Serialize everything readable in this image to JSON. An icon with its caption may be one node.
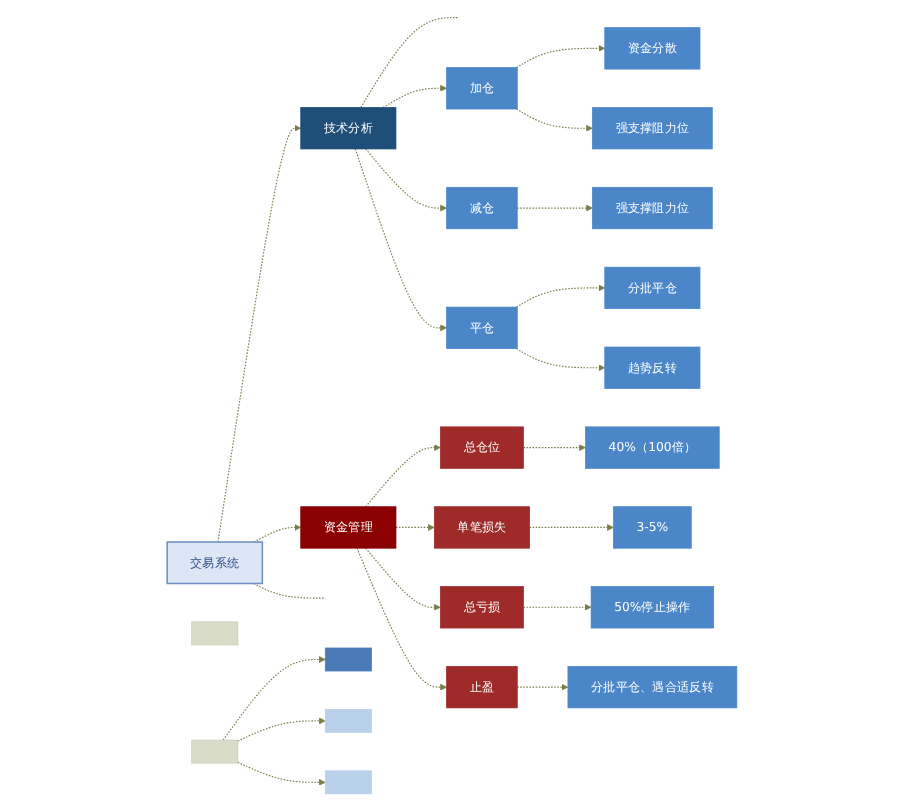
{
  "diagram": {
    "nodes": [
      {
        "text": [
          "交易系统"
        ]
      },
      {
        "text": [
          "技术分析"
        ]
      },
      {
        "text": [
          "加仓"
        ]
      },
      {
        "text": [
          "减仓"
        ]
      },
      {
        "text": [
          "平仓"
        ]
      },
      {
        "text": [
          "资金分散"
        ]
      },
      {
        "text": [
          "强支撑阻力位"
        ]
      },
      {
        "text": [
          "强支撑阻力位"
        ]
      },
      {
        "text": [
          "分批平仓"
        ]
      },
      {
        "text": [
          "趋势反转"
        ]
      },
      {
        "text": [
          "资金管理"
        ]
      },
      {
        "text": [
          "总仓位"
        ]
      },
      {
        "text": [
          "单笔损失"
        ]
      },
      {
        "text": [
          "总亏损"
        ]
      },
      {
        "text": [
          "止盈"
        ]
      },
      {
        "text": [
          "40%（100倍）"
        ]
      },
      {
        "text": [
          "3-5%"
        ]
      },
      {
        "text": [
          "50%停止操作"
        ]
      },
      {
        "text": [
          "分批平仓、遇合适反转"
        ]
      },
      {
        "text": [],
        "shape": "bar"
      },
      {
        "text": [],
        "shape": "bar"
      },
      {
        "text": [],
        "shape": "bar"
      },
      {
        "text": [],
        "shape": "bar"
      },
      {
        "text": [],
        "shape": "bar"
      }
    ],
    "edges": [
      {
        "from": 0,
        "to": 1,
        "arrow": "to",
        "style": "dashed"
      },
      {
        "from": 0,
        "to": 10,
        "arrow": "to",
        "style": "dashed"
      },
      {
        "from": 0,
        "to": null,
        "arrow": "none",
        "style": "dashed"
      },
      {
        "from": 1,
        "to": null,
        "arrow": "none",
        "style": "dashed"
      },
      {
        "from": 1,
        "to": 2,
        "arrow": "to",
        "style": "dashed"
      },
      {
        "from": 1,
        "to": 3,
        "arrow": "to",
        "style": "dashed"
      },
      {
        "from": 1,
        "to": 4,
        "arrow": "to",
        "style": "dashed"
      },
      {
        "from": 2,
        "to": 5,
        "arrow": "to",
        "style": "dashed"
      },
      {
        "from": 2,
        "to": 6,
        "arrow": "to",
        "style": "dashed"
      },
      {
        "from": 3,
        "to": 7,
        "arrow": "to",
        "style": "dashed"
      },
      {
        "from": 4,
        "to": 8,
        "arrow": "to",
        "style": "dashed"
      },
      {
        "from": 4,
        "to": 9,
        "arrow": "to",
        "style": "dashed"
      },
      {
        "from": 10,
        "to": 11,
        "arrow": "to",
        "style": "dashed"
      },
      {
        "from": 10,
        "to": 12,
        "arrow": "to",
        "style": "dashed"
      },
      {
        "from": 10,
        "to": 13,
        "arrow": "to",
        "style": "dashed"
      },
      {
        "from": 10,
        "to": 14,
        "arrow": "to",
        "style": "dashed"
      },
      {
        "from": 11,
        "to": 15,
        "arrow": "to",
        "style": "dashed"
      },
      {
        "from": 12,
        "to": 16,
        "arrow": "to",
        "style": "dashed"
      },
      {
        "from": 13,
        "to": 17,
        "arrow": "to",
        "style": "dashed"
      },
      {
        "from": 14,
        "to": 18,
        "arrow": "to",
        "style": "dashed"
      },
      {
        "from": 20,
        "to": 21,
        "arrow": "to",
        "style": "dashed"
      },
      {
        "from": 20,
        "to": 22,
        "arrow": "to",
        "style": "dashed"
      },
      {
        "from": 20,
        "to": 23,
        "arrow": "to",
        "style": "dashed"
      }
    ]
  }
}
